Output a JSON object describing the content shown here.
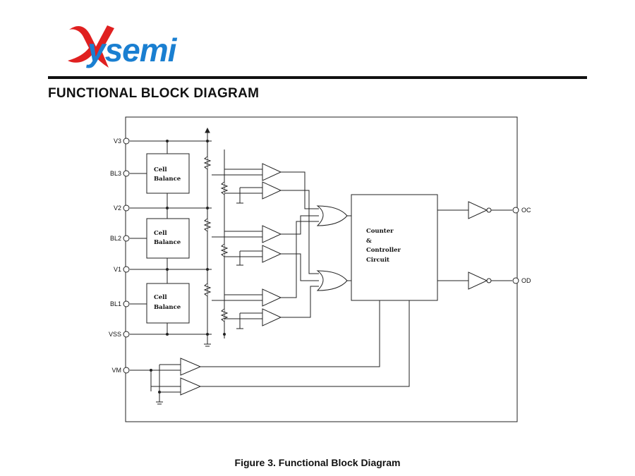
{
  "brand": {
    "logo_text": "ysemi",
    "logo_color": "#1a7fd1",
    "mark_color": "#e02020"
  },
  "section_title": "FUNCTIONAL BLOCK DIAGRAM",
  "caption": "Figure 3. Functional Block Diagram",
  "pins_left": [
    "V3",
    "BL3",
    "V2",
    "BL2",
    "V1",
    "BL1",
    "VSS",
    "VM"
  ],
  "pins_right": [
    "OC",
    "OD"
  ],
  "cell_balance": [
    {
      "line1": "Cell",
      "line2": "Balance"
    },
    {
      "line1": "Cell",
      "line2": "Balance"
    },
    {
      "line1": "Cell",
      "line2": "Balance"
    }
  ],
  "controller": {
    "line1": "Counter",
    "line2": "&",
    "line3": "Controller",
    "line4": "Circuit"
  }
}
